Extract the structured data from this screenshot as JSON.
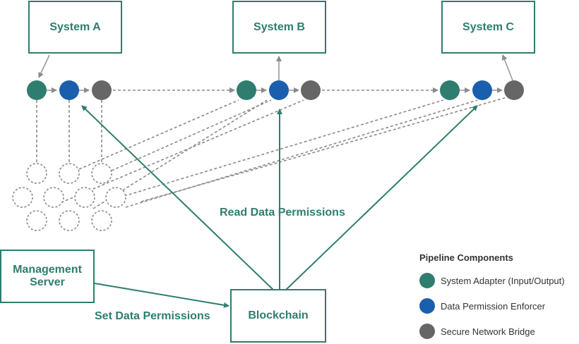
{
  "boxes": {
    "system_a": "System A",
    "system_b": "System B",
    "system_c": "System C",
    "management_server": "Management\nServer",
    "blockchain": "Blockchain"
  },
  "edge_labels": {
    "read_permissions": "Read Data Permissions",
    "set_permissions": "Set Data Permissions"
  },
  "legend": {
    "title": "Pipeline Components",
    "items": [
      {
        "label": "System Adapter (Input/Output)",
        "color": "#2e7d6f"
      },
      {
        "label": "Data Permission Enforcer",
        "color": "#1a5fad"
      },
      {
        "label": "Secure Network Bridge",
        "color": "#666666"
      }
    ]
  },
  "colors": {
    "adapter": "#2e7d6f",
    "enforcer": "#1a5fad",
    "bridge": "#666666",
    "connector": "#9a9a9a",
    "dashed_node": "#8a8a8a"
  }
}
